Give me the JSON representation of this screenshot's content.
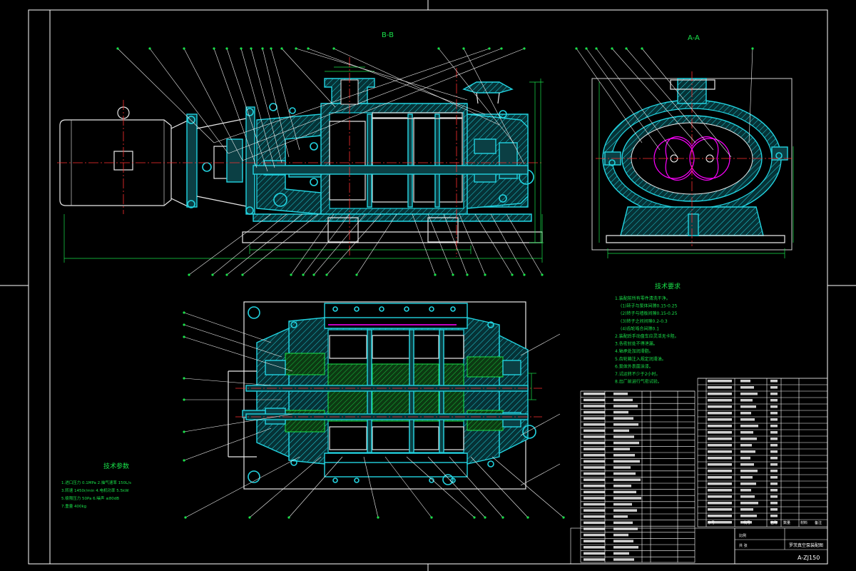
{
  "drawing": {
    "section_label_top": "B-B",
    "section_label_right": "A-A",
    "title_tech": "技术要求",
    "tech_lines": [
      "1.装配前所有零件清洗干净。",
      "(1)转子与泵体间隙0.15-0.25",
      "(2)转子与墙板间隙0.15-0.25",
      "(3)转子之间间隙0.2-0.3",
      "(4)齿轮啮合间隙0.1",
      "2.装配后手动盘车应灵活无卡阻。",
      "3.各密封处不得泄漏。",
      "4.轴承处加润滑脂。",
      "5.齿轮箱注入规定润滑油。",
      "6.泵体外表面涂漆。",
      "7.试运转不少于2小时。",
      "8.出厂前进行气密试验。"
    ],
    "title_params": "技术参数",
    "param_lines": [
      "1.进口压力   0.1MPa    2.抽气速率  150L/s",
      "3.转速       1450r/min  4.电机功率  5.5kW",
      "5.极限压力   50Pa      6.噪声 ≤80dB",
      "7.重量 400kg"
    ],
    "title_block": {
      "drawing_name": "罗茨真空泵装配图",
      "drawing_no": "A-ZJ150",
      "scale_label": "比例",
      "sheet_label": "共 张"
    },
    "bom_header": [
      "序号",
      "代号",
      "名称",
      "数量",
      "材料",
      "备注"
    ]
  }
}
